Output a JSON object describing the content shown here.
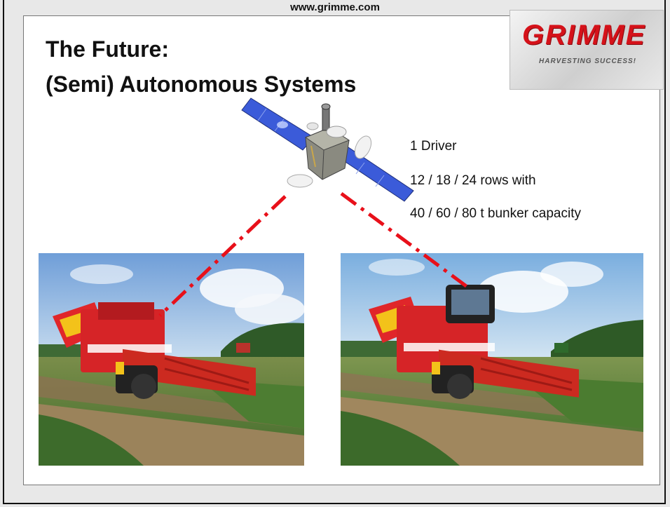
{
  "header": {
    "url": "www.grimme.com"
  },
  "slide": {
    "title_line1": "The Future:",
    "title_line2": "(Semi) Autonomous Systems",
    "info": [
      "1 Driver",
      "12 / 18 / 24 rows with",
      "40 / 60 / 80 t bunker capacity"
    ]
  },
  "logo": {
    "word": "GRIMME",
    "tagline": "HARVESTING SUCCESS!",
    "color": "#d5121a"
  },
  "images": {
    "left": "harvester-without-cab",
    "right": "harvester-with-cab",
    "satellite": "satellite"
  },
  "colors": {
    "link_line": "#e8101a",
    "solar_panel": "#3b5bd9"
  }
}
